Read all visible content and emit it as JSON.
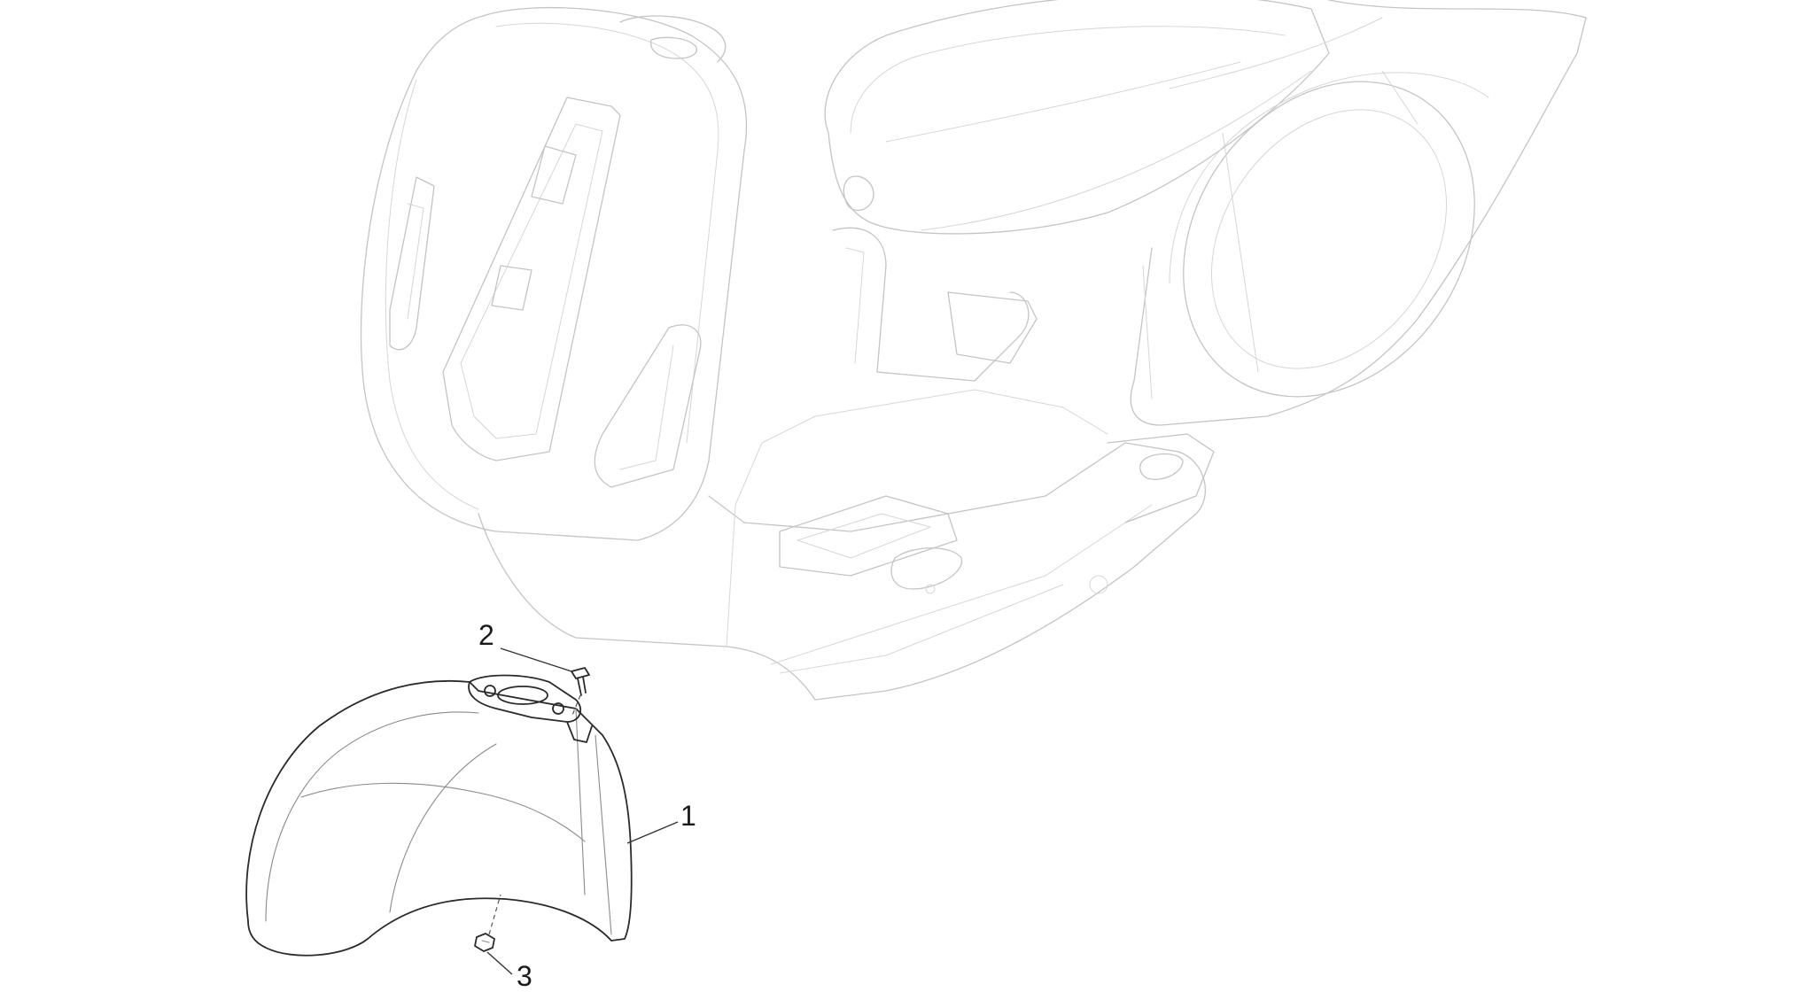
{
  "diagram": {
    "callouts": [
      {
        "id": "1",
        "label": "1",
        "part": "front-mudguard"
      },
      {
        "id": "2",
        "label": "2",
        "part": "screw"
      },
      {
        "id": "3",
        "label": "3",
        "part": "nut"
      }
    ],
    "colors": {
      "ghost_outline": "#c4c4c4",
      "part_outline": "#2a2a2a",
      "background": "#ffffff"
    }
  }
}
